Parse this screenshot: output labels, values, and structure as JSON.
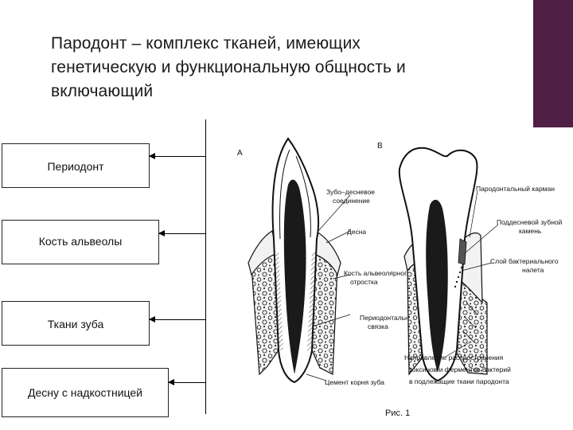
{
  "slide": {
    "title_lines": [
      "Пародонт – комплекс тканей, имеющих",
      "генетическую и функциональную общность и",
      "включающий"
    ],
    "accent_color": "#4f1f45"
  },
  "components": [
    {
      "label": "Периодонт"
    },
    {
      "label": "Кость альвеолы"
    },
    {
      "label": "Ткани зуба"
    },
    {
      "label": "Десну с надкостницей"
    }
  ],
  "figure": {
    "panel_a_letter": "А",
    "panel_b_letter": "В",
    "a_labels": [
      "Зубо–десневое",
      "соединение",
      "Десна",
      "Кость альвеолярного",
      "отростка",
      "Периодонтальная",
      "связка",
      "Цемент корня зуба"
    ],
    "b_labels": [
      "Пародонтальный карман",
      "Поддесневой зубной",
      "камень",
      "Слой бактериального",
      "налета",
      "Направление распространения",
      "токсинов и ферментов бактерий",
      "в подлежащие ткани пародонта"
    ],
    "caption": "Рис. 1"
  }
}
